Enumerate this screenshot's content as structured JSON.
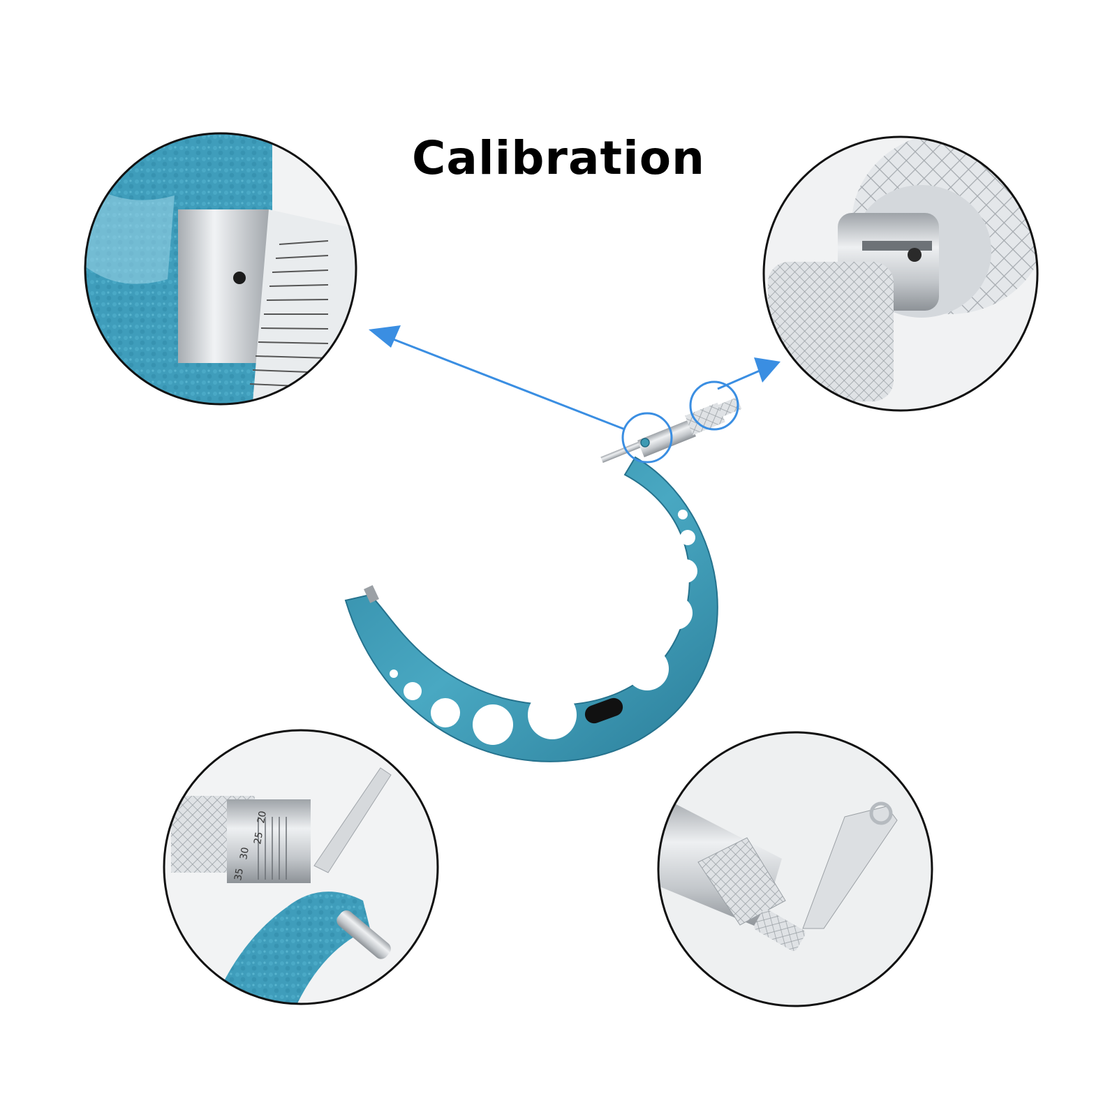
{
  "title": "Calibration",
  "colors": {
    "frame_blue": "#3d9ab3",
    "arrow_blue": "#3a8ee2",
    "steel": "#c8ccd0",
    "circle_border": "#111111"
  },
  "callouts": [
    {
      "name": "thimble-lock-closeup",
      "subject": "blue frame with locking screw hole and graduated thimble"
    },
    {
      "name": "ratchet-knob-closeup",
      "subject": "knurled ratchet stop on the spindle end"
    },
    {
      "name": "thimble-scale-with-wrench",
      "subject": "thimble scale 25 30 35 with adjusting wrench"
    },
    {
      "name": "knurled-sleeve-with-wrench",
      "subject": "knurled ratchet sleeve with adjusting wrench"
    }
  ],
  "thimble_numbers": [
    "20",
    "25",
    "30",
    "35"
  ]
}
